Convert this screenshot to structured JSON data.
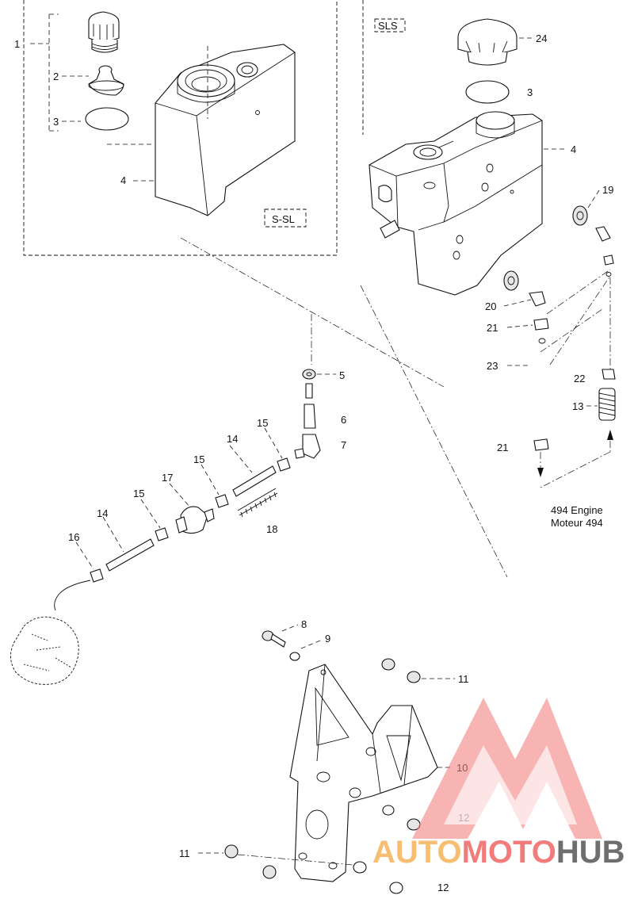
{
  "variant_tags": {
    "left_box": "S-SL",
    "right_box": "SLS"
  },
  "engine_note": {
    "line1": "494 Engine",
    "line2": "Moteur 494"
  },
  "callouts": {
    "c1": "1",
    "c2": "2",
    "c3_left": "3",
    "c4_left": "4",
    "c24": "24",
    "c3_right": "3",
    "c4_right": "4",
    "c19": "19",
    "c20": "20",
    "c21_upper": "21",
    "c23": "23",
    "c22": "22",
    "c13": "13",
    "c21_lower": "21",
    "c5": "5",
    "c6": "6",
    "c7": "7",
    "c15_a": "15",
    "c14_a": "14",
    "c15_b": "15",
    "c17": "17",
    "c15_c": "15",
    "c14_b": "14",
    "c16": "16",
    "c18": "18",
    "c8": "8",
    "c9": "9",
    "c11_right": "11",
    "c10": "10",
    "c12_upper": "12",
    "c11_left": "11",
    "c12_lower": "12"
  },
  "watermark": {
    "part1": "AUTO",
    "part2": "MOTO",
    "part3": "HUB",
    "colors": {
      "auto": "#f6b35a",
      "moto": "#f06464",
      "hub": "#555555",
      "triangle": "#f48080"
    }
  }
}
